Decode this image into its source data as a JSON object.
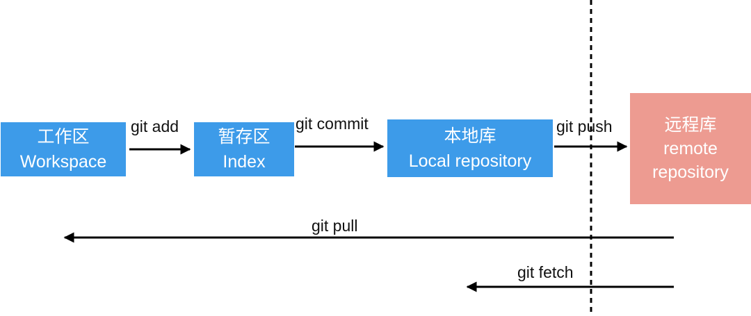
{
  "nodes": {
    "workspace": {
      "line1": "工作区",
      "line2": "Workspace",
      "color": "#3d9be9"
    },
    "index": {
      "line1": "暂存区",
      "line2": "Index",
      "color": "#3d9be9"
    },
    "local_repo": {
      "line1": "本地库",
      "line2": "Local repository",
      "color": "#3d9be9"
    },
    "remote_repo": {
      "line1": "远程库",
      "line2": "remote",
      "line3": "repository",
      "color": "#ed9b91"
    }
  },
  "edges": {
    "git_add": {
      "label": "git add",
      "from": "workspace",
      "to": "index"
    },
    "git_commit": {
      "label": "git commit",
      "from": "index",
      "to": "local_repo"
    },
    "git_push": {
      "label": "git push",
      "from": "local_repo",
      "to": "remote_repo"
    },
    "git_pull": {
      "label": "git pull",
      "from": "remote_repo",
      "to": "workspace"
    },
    "git_fetch": {
      "label": "git fetch",
      "from": "remote_repo",
      "to": "local_repo"
    }
  },
  "divider": {
    "style": "dashed"
  }
}
